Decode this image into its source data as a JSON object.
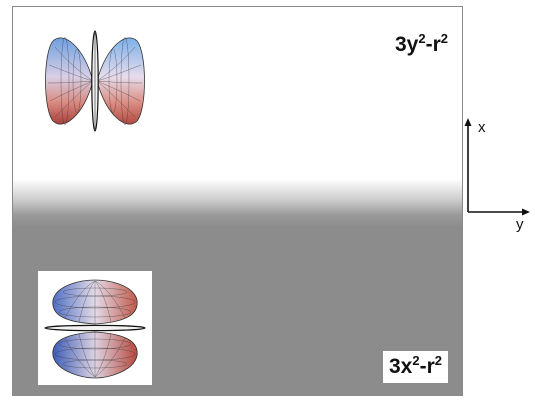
{
  "figure": {
    "top_orbital": {
      "label_base": "3y",
      "label_sup_1": "2",
      "label_mid": "-r",
      "label_sup_2": "2"
    },
    "bottom_orbital": {
      "label_base": "3x",
      "label_sup_1": "2",
      "label_mid": "-r",
      "label_sup_2": "2"
    },
    "axes": {
      "x_label": "x",
      "y_label": "y"
    },
    "colors": {
      "lobe_blue": "#5a8fd8",
      "lobe_red": "#c8463c",
      "panel_gray": "#8c8c8c"
    }
  }
}
